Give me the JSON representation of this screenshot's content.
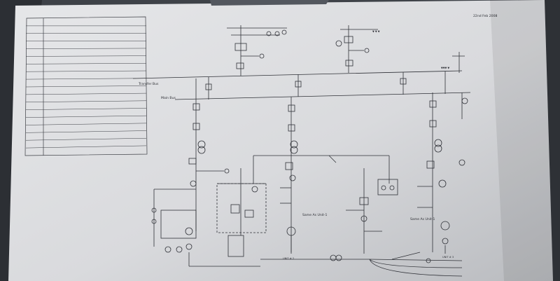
{
  "header": {
    "date": "22nd Feb 2008"
  },
  "legend": {
    "rows": [
      {
        "code": "",
        "desc": ""
      },
      {
        "code": "",
        "desc": ""
      },
      {
        "code": "",
        "desc": ""
      },
      {
        "code": "",
        "desc": ""
      },
      {
        "code": "",
        "desc": ""
      },
      {
        "code": "",
        "desc": ""
      },
      {
        "code": "",
        "desc": ""
      },
      {
        "code": "",
        "desc": ""
      },
      {
        "code": "",
        "desc": ""
      },
      {
        "code": "",
        "desc": ""
      },
      {
        "code": "",
        "desc": ""
      },
      {
        "code": "",
        "desc": ""
      },
      {
        "code": "",
        "desc": ""
      },
      {
        "code": "",
        "desc": ""
      },
      {
        "code": "",
        "desc": ""
      },
      {
        "code": "",
        "desc": ""
      },
      {
        "code": "",
        "desc": ""
      },
      {
        "code": "",
        "desc": ""
      }
    ]
  },
  "diagram": {
    "transfer_bus": "Transfer Bus",
    "main_bus": "Main Bus",
    "same_as_unit_left": "Same As Unit-1",
    "same_as_unit_right": "Same As Unit-1",
    "unit_left": "UNIT # 2",
    "unit_right": "UNIT # 3"
  }
}
